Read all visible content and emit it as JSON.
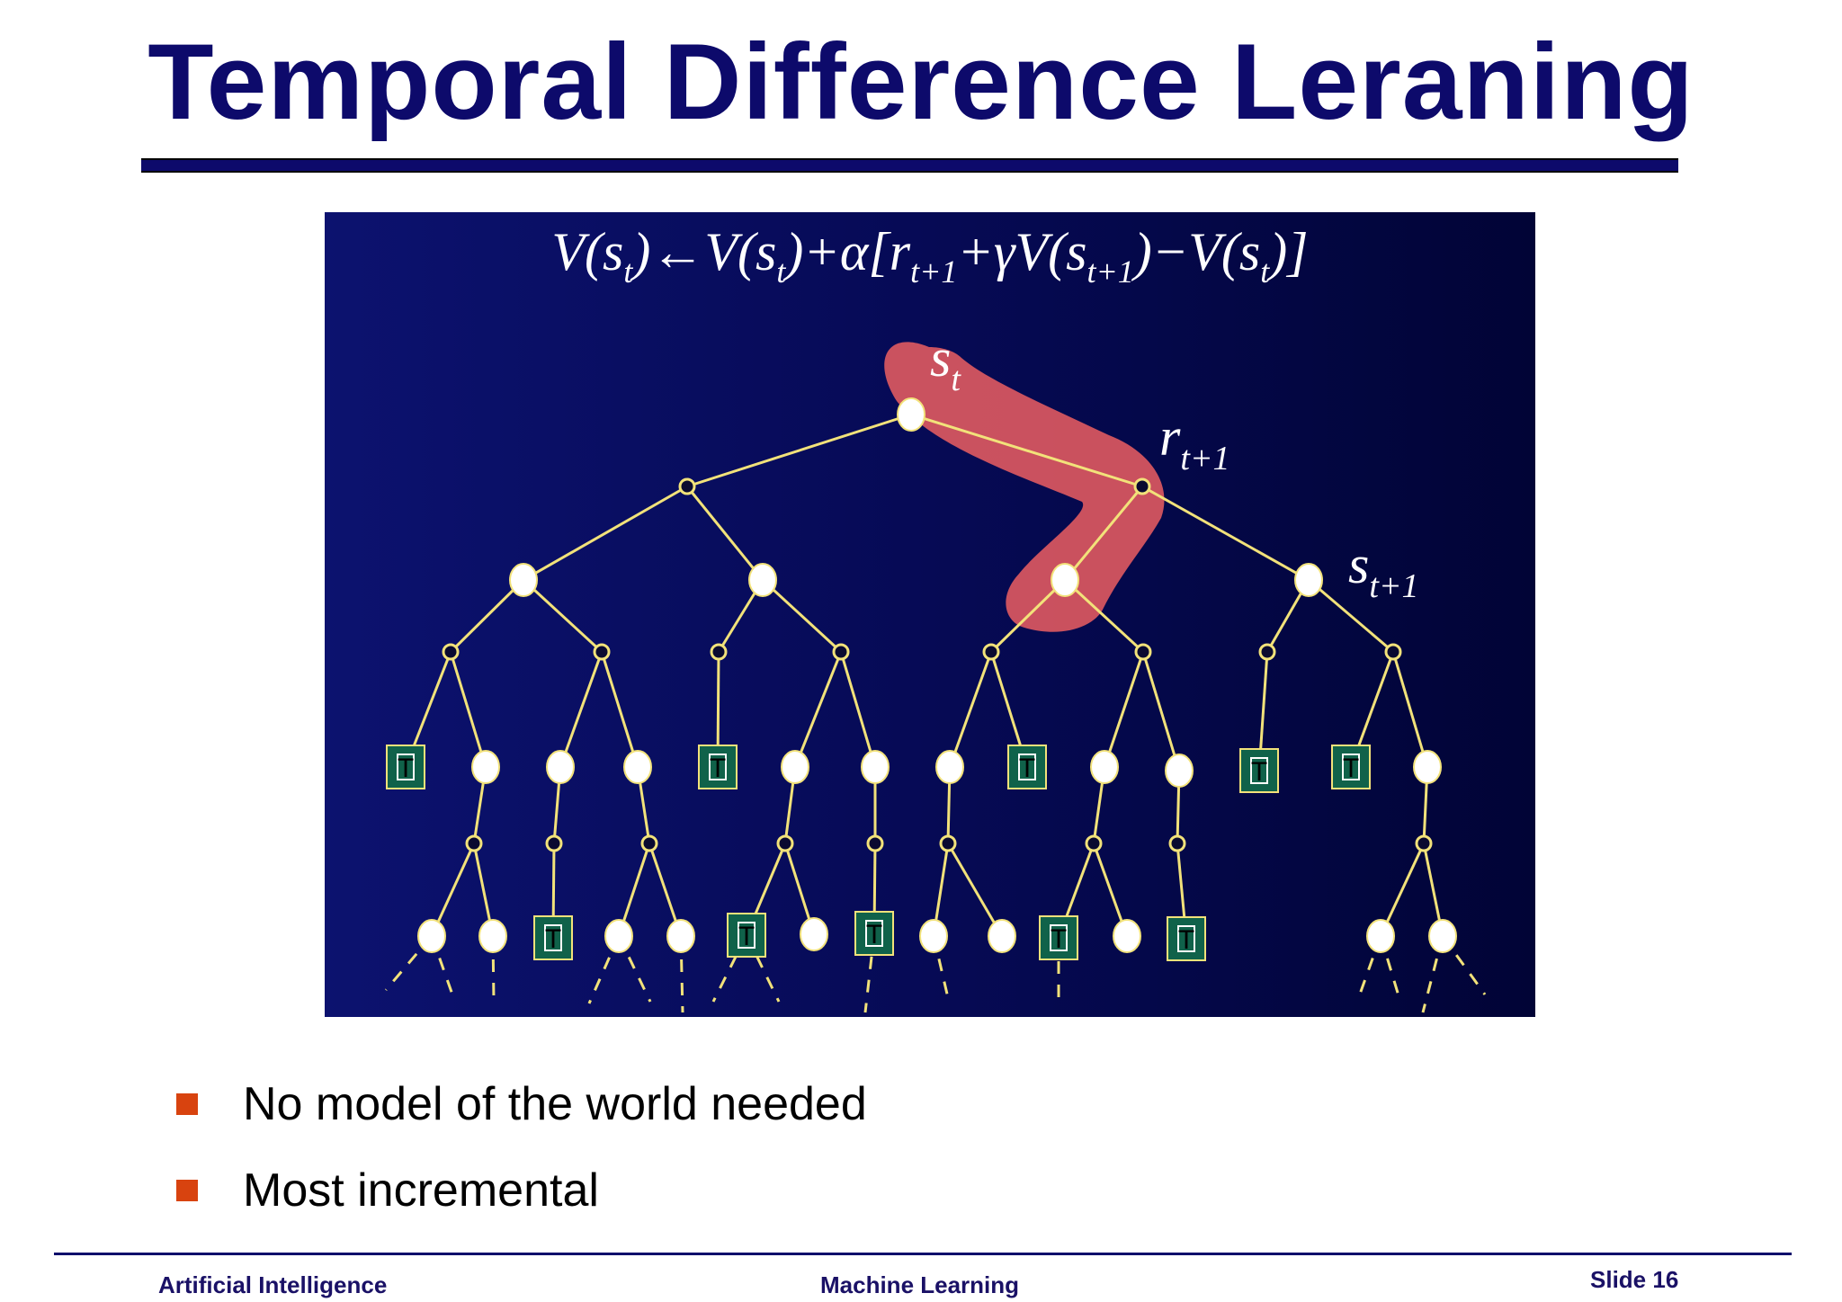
{
  "slide": {
    "title": "Temporal Difference Leraning",
    "colors": {
      "title": "#0d0a6b",
      "figure_background": "#060a55",
      "tree_line": "#f2e27a",
      "terminal_box": "#10624a",
      "highlight": "#e05a60",
      "bullet_marker": "#d8430f"
    }
  },
  "figure": {
    "formula": {
      "v1": "V(s",
      "sub_t1": "t",
      "p1": ")←V(s",
      "sub_t2": "t",
      "p2": ")+α[r",
      "sub_t3": "t+1",
      "p3": "+γV(s",
      "sub_t4": "t+1",
      "p4": ")−V(s",
      "sub_t5": "t",
      "p5": ")]"
    },
    "labels": {
      "s_t": {
        "base": "s",
        "sub": "t"
      },
      "r_t1": {
        "base": "r",
        "sub": "t+1"
      },
      "s_t1": {
        "base": "s",
        "sub": "t+1"
      }
    },
    "terminal_label": "T"
  },
  "bullets": [
    "No model of the world needed",
    "Most incremental"
  ],
  "footer": {
    "left": "Artificial Intelligence",
    "center": "Machine Learning",
    "right": "Slide 16"
  }
}
